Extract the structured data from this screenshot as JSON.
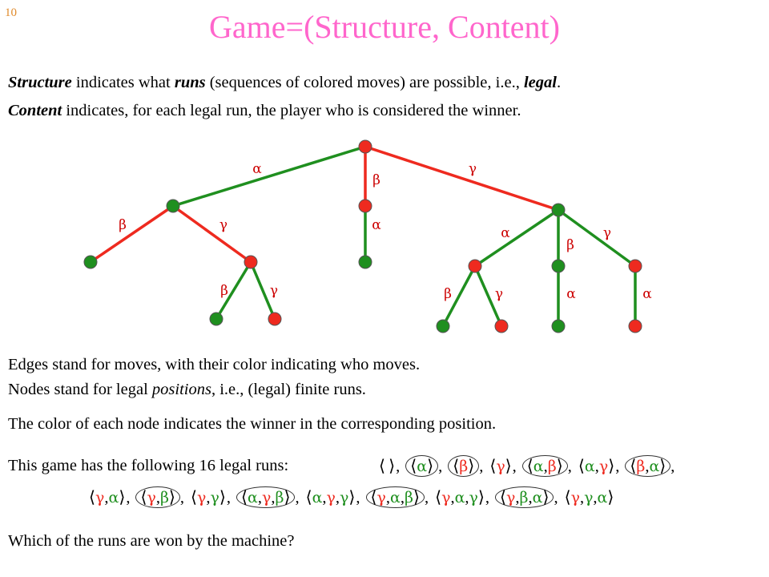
{
  "slide_number": "10",
  "title": "Game=(Structure, Content)",
  "intro": {
    "line1": {
      "term": "Structure",
      "a": " indicates what ",
      "runs": "runs",
      "b": " (sequences of colored moves) are possible, i.e., ",
      "legal": "legal",
      "c": "."
    },
    "line2": {
      "term": "Content",
      "rest": " indicates, for each legal run, the player who is considered the winner."
    }
  },
  "colors": {
    "green": "#1f8f1f",
    "red": "#ee2a1f",
    "angle": "#000000",
    "node_outline": "#555555"
  },
  "tree": {
    "nodes": [
      {
        "id": "root",
        "color": "red"
      },
      {
        "id": "a",
        "color": "green"
      },
      {
        "id": "b",
        "color": "red"
      },
      {
        "id": "g",
        "color": "green"
      },
      {
        "id": "ab",
        "color": "green"
      },
      {
        "id": "ag",
        "color": "red"
      },
      {
        "id": "agb",
        "color": "green"
      },
      {
        "id": "agg",
        "color": "red"
      },
      {
        "id": "ba",
        "color": "green"
      },
      {
        "id": "ga",
        "color": "red"
      },
      {
        "id": "gb",
        "color": "green"
      },
      {
        "id": "gg",
        "color": "red"
      },
      {
        "id": "gab",
        "color": "green"
      },
      {
        "id": "gag",
        "color": "red"
      },
      {
        "id": "gba",
        "color": "green"
      },
      {
        "id": "gga",
        "color": "red"
      }
    ],
    "edges": [
      {
        "from": "root",
        "to": "a",
        "move": "α",
        "color": "green"
      },
      {
        "from": "root",
        "to": "b",
        "move": "β",
        "color": "red"
      },
      {
        "from": "root",
        "to": "g",
        "move": "γ",
        "color": "red"
      },
      {
        "from": "a",
        "to": "ab",
        "move": "β",
        "color": "red"
      },
      {
        "from": "a",
        "to": "ag",
        "move": "γ",
        "color": "red"
      },
      {
        "from": "ag",
        "to": "agb",
        "move": "β",
        "color": "green"
      },
      {
        "from": "ag",
        "to": "agg",
        "move": "γ",
        "color": "green"
      },
      {
        "from": "b",
        "to": "ba",
        "move": "α",
        "color": "green"
      },
      {
        "from": "g",
        "to": "ga",
        "move": "α",
        "color": "green"
      },
      {
        "from": "g",
        "to": "gb",
        "move": "β",
        "color": "green"
      },
      {
        "from": "g",
        "to": "gg",
        "move": "γ",
        "color": "green"
      },
      {
        "from": "ga",
        "to": "gab",
        "move": "β",
        "color": "green"
      },
      {
        "from": "ga",
        "to": "gag",
        "move": "γ",
        "color": "green"
      },
      {
        "from": "gb",
        "to": "gba",
        "move": "α",
        "color": "green"
      },
      {
        "from": "gg",
        "to": "gga",
        "move": "α",
        "color": "green"
      }
    ]
  },
  "explanation": {
    "line1": "Edges stand for moves, with their color indicating who moves.",
    "line2a": "Nodes stand for legal ",
    "line2b": "positions",
    "line2c": ", i.e., (legal) finite runs.",
    "line3": "The color of each node indicates the winner in the corresponding position.",
    "line4": "This game has the following 16 legal runs:"
  },
  "runs": [
    {
      "moves": [],
      "circled": false
    },
    {
      "moves": [
        "α"
      ],
      "circled": true
    },
    {
      "moves": [
        "β"
      ],
      "circled": true
    },
    {
      "moves": [
        "γ"
      ],
      "circled": false
    },
    {
      "moves": [
        "α",
        "β"
      ],
      "circled": true
    },
    {
      "moves": [
        "α",
        "γ"
      ],
      "circled": false
    },
    {
      "moves": [
        "β",
        "α"
      ],
      "circled": true
    },
    {
      "moves": [
        "γ",
        "α"
      ],
      "circled": false
    },
    {
      "moves": [
        "γ",
        "β"
      ],
      "circled": true
    },
    {
      "moves": [
        "γ",
        "γ"
      ],
      "circled": false
    },
    {
      "moves": [
        "α",
        "γ",
        "β"
      ],
      "circled": true
    },
    {
      "moves": [
        "α",
        "γ",
        "γ"
      ],
      "circled": false
    },
    {
      "moves": [
        "γ",
        "α",
        "β"
      ],
      "circled": true
    },
    {
      "moves": [
        "γ",
        "α",
        "γ"
      ],
      "circled": false
    },
    {
      "moves": [
        "γ",
        "β",
        "α"
      ],
      "circled": true
    },
    {
      "moves": [
        "γ",
        "γ",
        "α"
      ],
      "circled": false
    }
  ],
  "question": "Which of the runs are won by the machine?"
}
